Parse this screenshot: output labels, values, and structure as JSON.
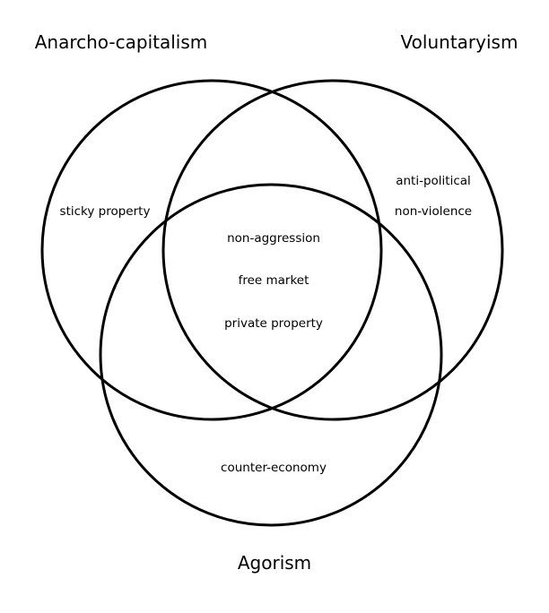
{
  "sets": {
    "anarcho_capitalism": "Anarcho-capitalism",
    "voluntaryism": "Voluntaryism",
    "agorism": "Agorism"
  },
  "regions": {
    "anarcho_capitalism_only": "sticky property",
    "voluntaryism_only_1": "anti-political",
    "voluntaryism_only_2": "non-violence",
    "agorism_only": "counter-economy",
    "center_1": "non-aggression",
    "center_2": "free market",
    "center_3": "private property"
  },
  "colors": {
    "stroke": "#000000",
    "background": "#ffffff"
  }
}
